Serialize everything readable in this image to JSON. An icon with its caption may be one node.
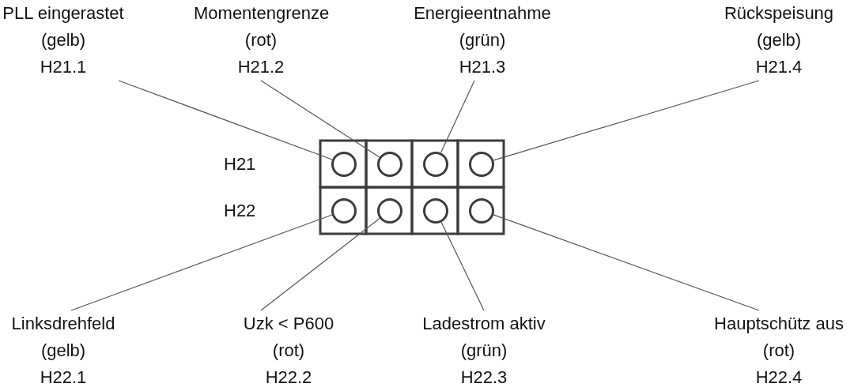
{
  "diagram": {
    "nodes": [
      {
        "text": [
          "PLL eingerastet",
          "(gelb)",
          "H21.1"
        ]
      },
      {
        "text": [
          "Momentengrenze",
          "(rot)",
          "H21.2"
        ]
      },
      {
        "text": [
          "Energieentnahme",
          "(grün)",
          "H21.3"
        ]
      },
      {
        "text": [
          "Rückspeisung",
          "(gelb)",
          "H21.4"
        ]
      },
      {
        "text": [],
        "shape": "circle"
      },
      {
        "text": [],
        "shape": "circle"
      },
      {
        "text": [],
        "shape": "circle"
      },
      {
        "text": [],
        "shape": "circle"
      },
      {
        "text": [],
        "shape": "circle"
      },
      {
        "text": [],
        "shape": "circle"
      },
      {
        "text": [],
        "shape": "circle"
      },
      {
        "text": [],
        "shape": "circle"
      },
      {
        "text": [
          "Linksdrehfeld",
          "(gelb)",
          "H22.1"
        ]
      },
      {
        "text": [
          "Uzk < P600",
          "(rot)",
          "H22.2"
        ]
      },
      {
        "text": [
          "Ladestrom aktiv",
          "(grün)",
          "H22.3"
        ]
      },
      {
        "text": [
          "Hauptschütz aus",
          "(rot)",
          "H22.4"
        ]
      }
    ],
    "edges": [
      {
        "from": 0,
        "to": 4,
        "arrow": "none"
      },
      {
        "from": 1,
        "to": 5,
        "arrow": "none"
      },
      {
        "from": 2,
        "to": 6,
        "arrow": "none"
      },
      {
        "from": 3,
        "to": 7,
        "arrow": "none"
      },
      {
        "from": 12,
        "to": 8,
        "arrow": "none"
      },
      {
        "from": 13,
        "to": 9,
        "arrow": "none"
      },
      {
        "from": 14,
        "to": 10,
        "arrow": "none"
      },
      {
        "from": 15,
        "to": 11,
        "arrow": "none"
      }
    ],
    "labels": [
      "H21",
      "H22"
    ]
  }
}
